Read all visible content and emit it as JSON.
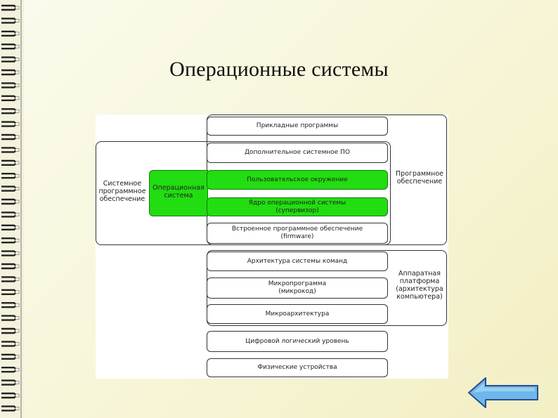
{
  "slide": {
    "title": "Операционные системы"
  },
  "diagram": {
    "layers": [
      "Прикладные программы",
      "Дополнительное системное ПО",
      "Пользовательское окружение",
      "Ядро операционной системы\n(супервизор)",
      "Встроенное программное обеспечение\n(firmware)",
      "Архитектура системы команд",
      "Микропрограмма\n(микрокод)",
      "Микроархитектура",
      "Цифровой логический уровень",
      "Физические устройства"
    ],
    "system_software_label": "Системное\nпрограммное\nобеспечение",
    "os_label": "Операционная\nсистема",
    "software_label": "Программное\nобеспечение",
    "hardware_label": "Аппаратная\nплатформа\n(архитектура\nкомпьютера)"
  },
  "nav": {
    "back_icon": "left-arrow-icon"
  },
  "colors": {
    "highlight": "#22dd11",
    "button": "#6fb7ea"
  }
}
